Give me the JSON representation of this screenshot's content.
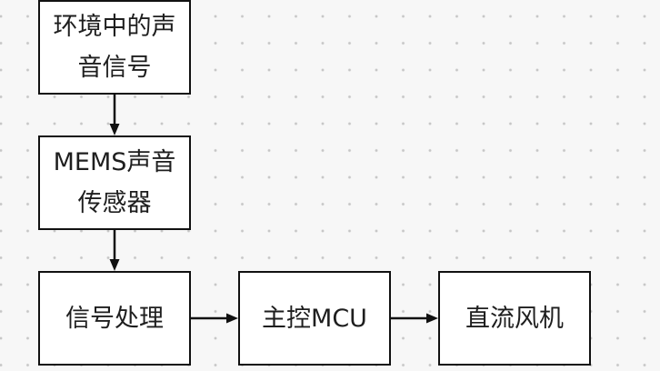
{
  "colors": {
    "background": "#f7f7f7",
    "box_fill": "#ffffff",
    "border": "#111111",
    "text": "#1e1e1e",
    "grid_dot": "#c6c6c6"
  },
  "nodes": {
    "ambient_sound_signal": {
      "lines": [
        "环境中的声",
        "音信号"
      ]
    },
    "mems_sensor": {
      "lines": [
        "MEMS声音",
        "传感器"
      ]
    },
    "signal_processing": {
      "lines": [
        "信号处理"
      ]
    },
    "main_mcu": {
      "lines": [
        "主控MCU"
      ]
    },
    "dc_fan": {
      "lines": [
        "直流风机"
      ]
    }
  }
}
